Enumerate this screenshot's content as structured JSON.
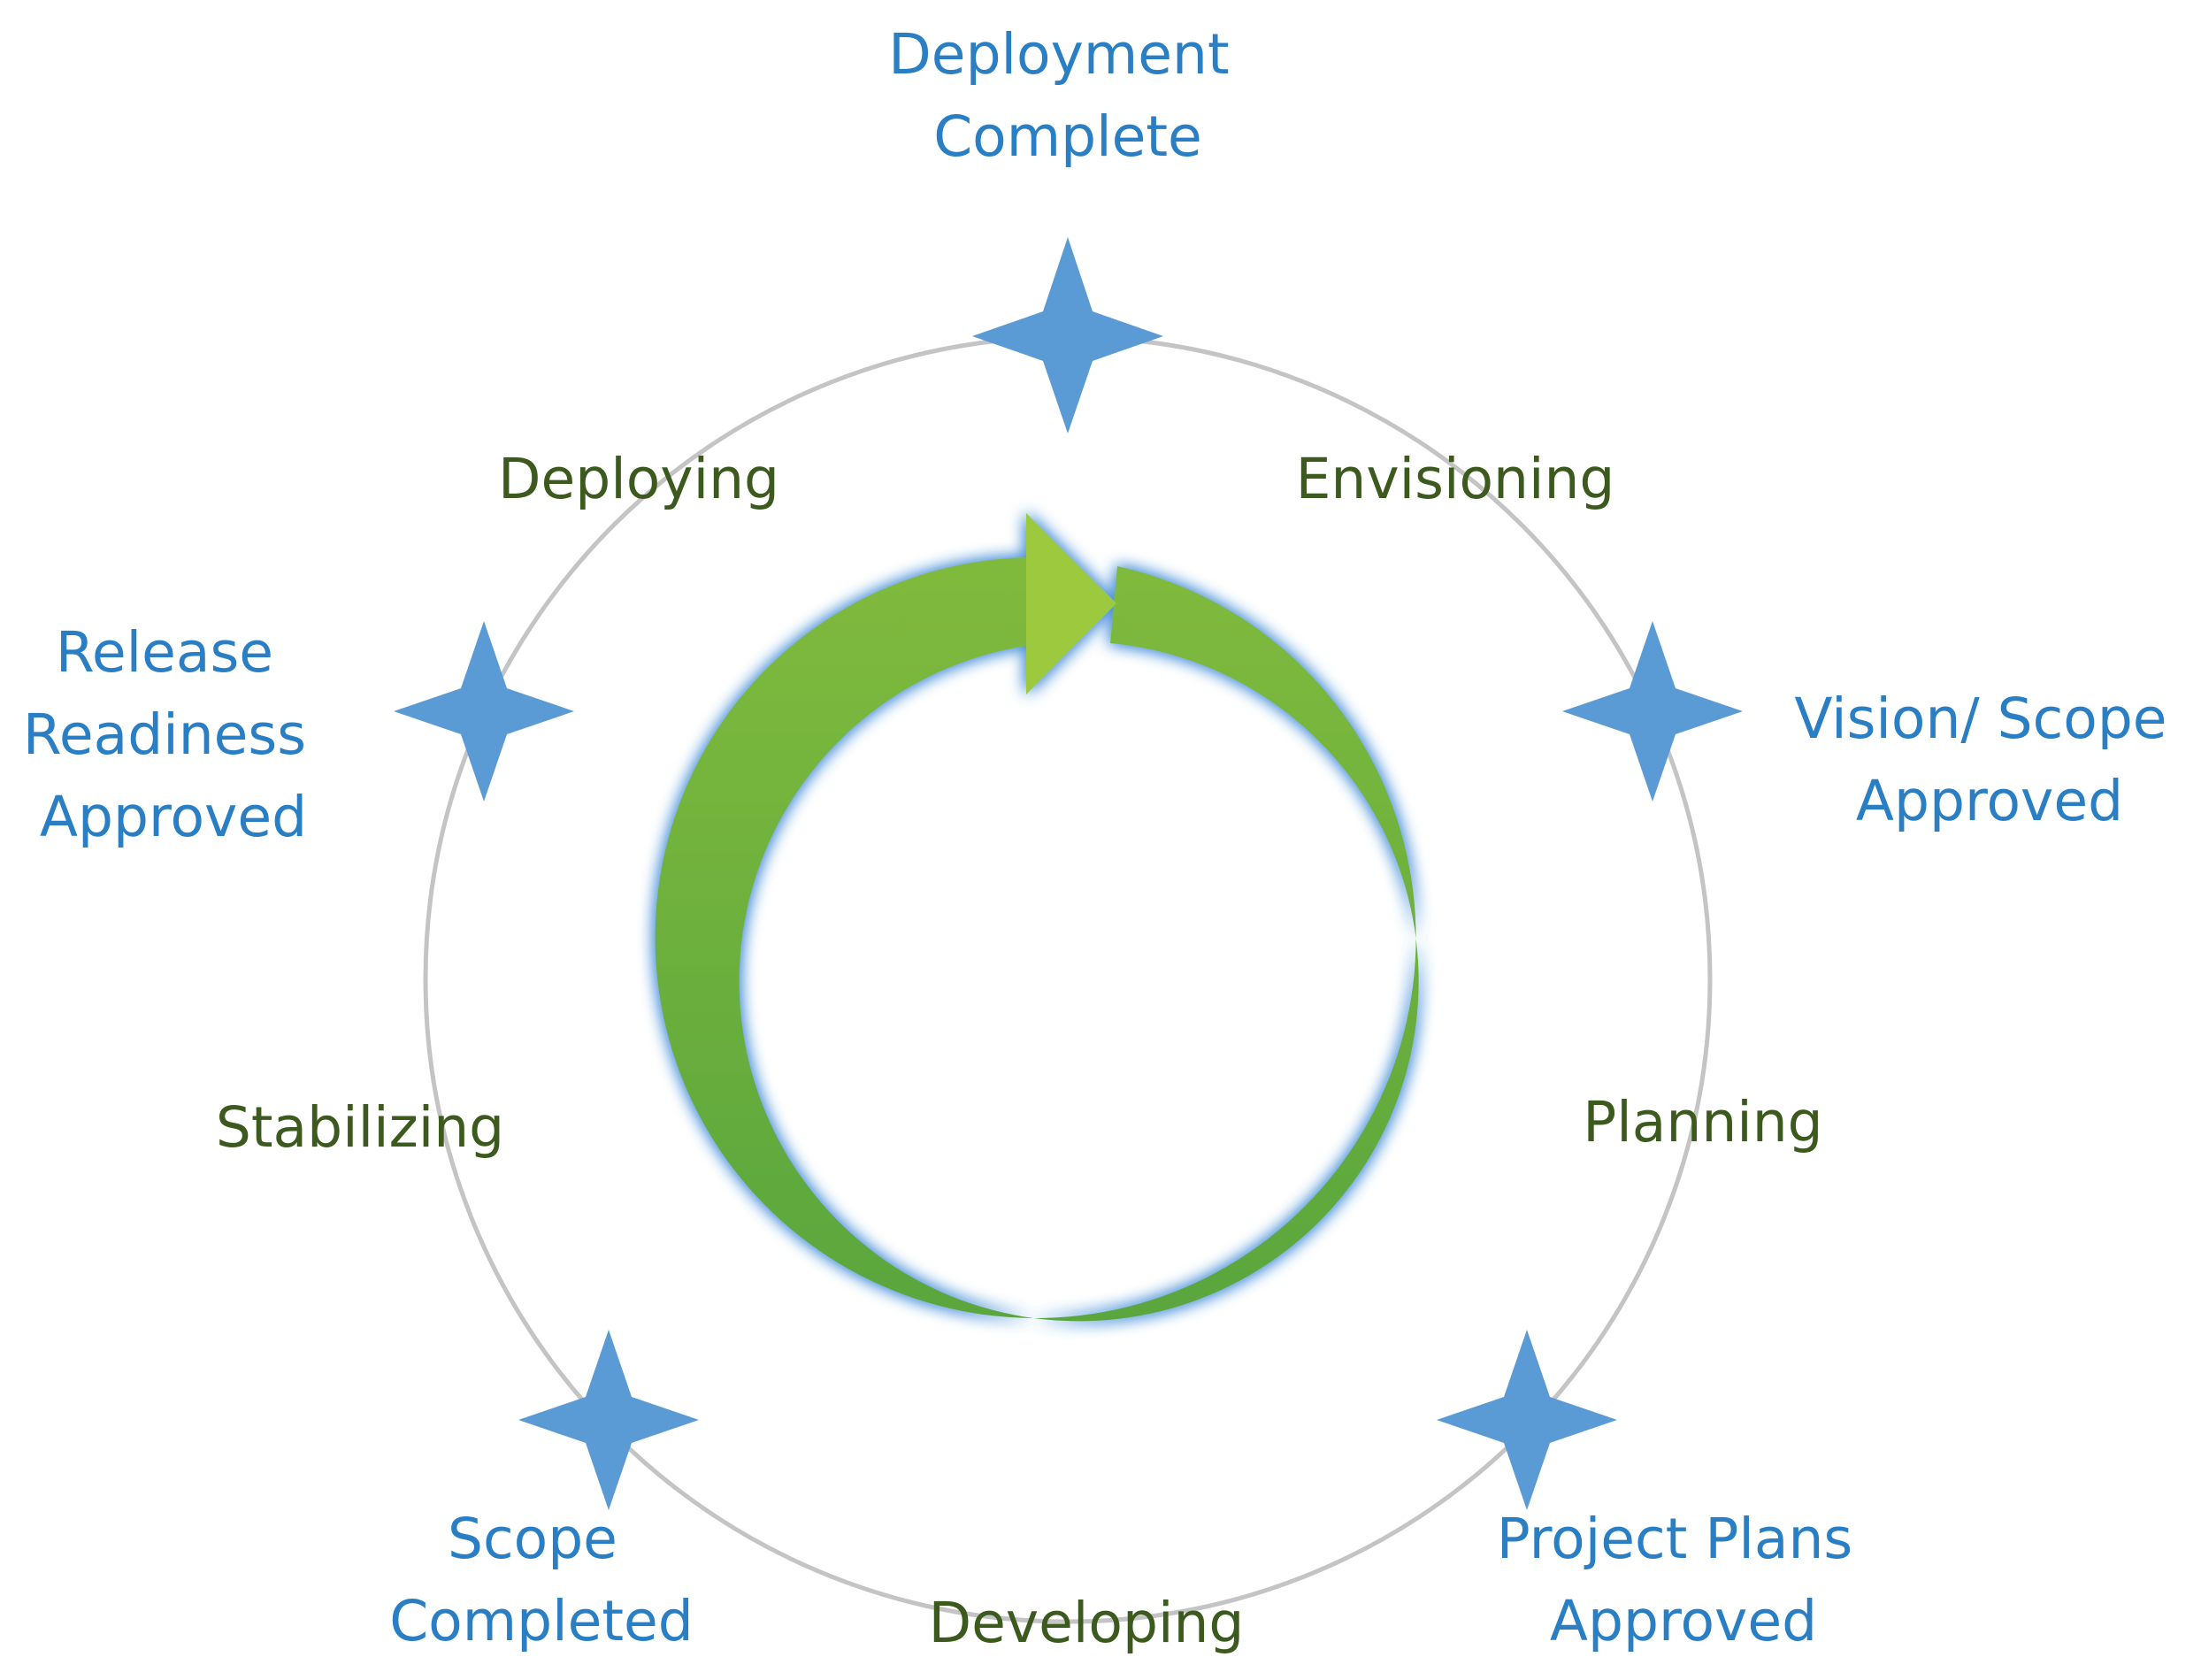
{
  "diagram": {
    "colors": {
      "milestone_text": "#2a7fc4",
      "phase_text": "#3c5a1e",
      "star": "#5b9bd5",
      "ring": "#c4c4c4",
      "arrow_light": "#9cc93c",
      "arrow_dark": "#5aa63c",
      "glow": "#4a90d9"
    },
    "milestones": [
      {
        "id": "deployment-complete",
        "lines": [
          "Deployment",
          "Complete"
        ]
      },
      {
        "id": "vision-scope-approved",
        "lines": [
          "Vision/ Scope",
          "Approved"
        ]
      },
      {
        "id": "project-plans-approved",
        "lines": [
          "Project Plans",
          "Approved"
        ]
      },
      {
        "id": "scope-completed",
        "lines": [
          "Scope",
          "Completed"
        ]
      },
      {
        "id": "release-readiness-approved",
        "lines": [
          "Release",
          "Readiness",
          "Approved"
        ]
      }
    ],
    "phases": [
      {
        "id": "envisioning",
        "label": "Envisioning"
      },
      {
        "id": "planning",
        "label": "Planning"
      },
      {
        "id": "developing",
        "label": "Developing"
      },
      {
        "id": "stabilizing",
        "label": "Stabilizing"
      },
      {
        "id": "deploying",
        "label": "Deploying"
      }
    ]
  }
}
